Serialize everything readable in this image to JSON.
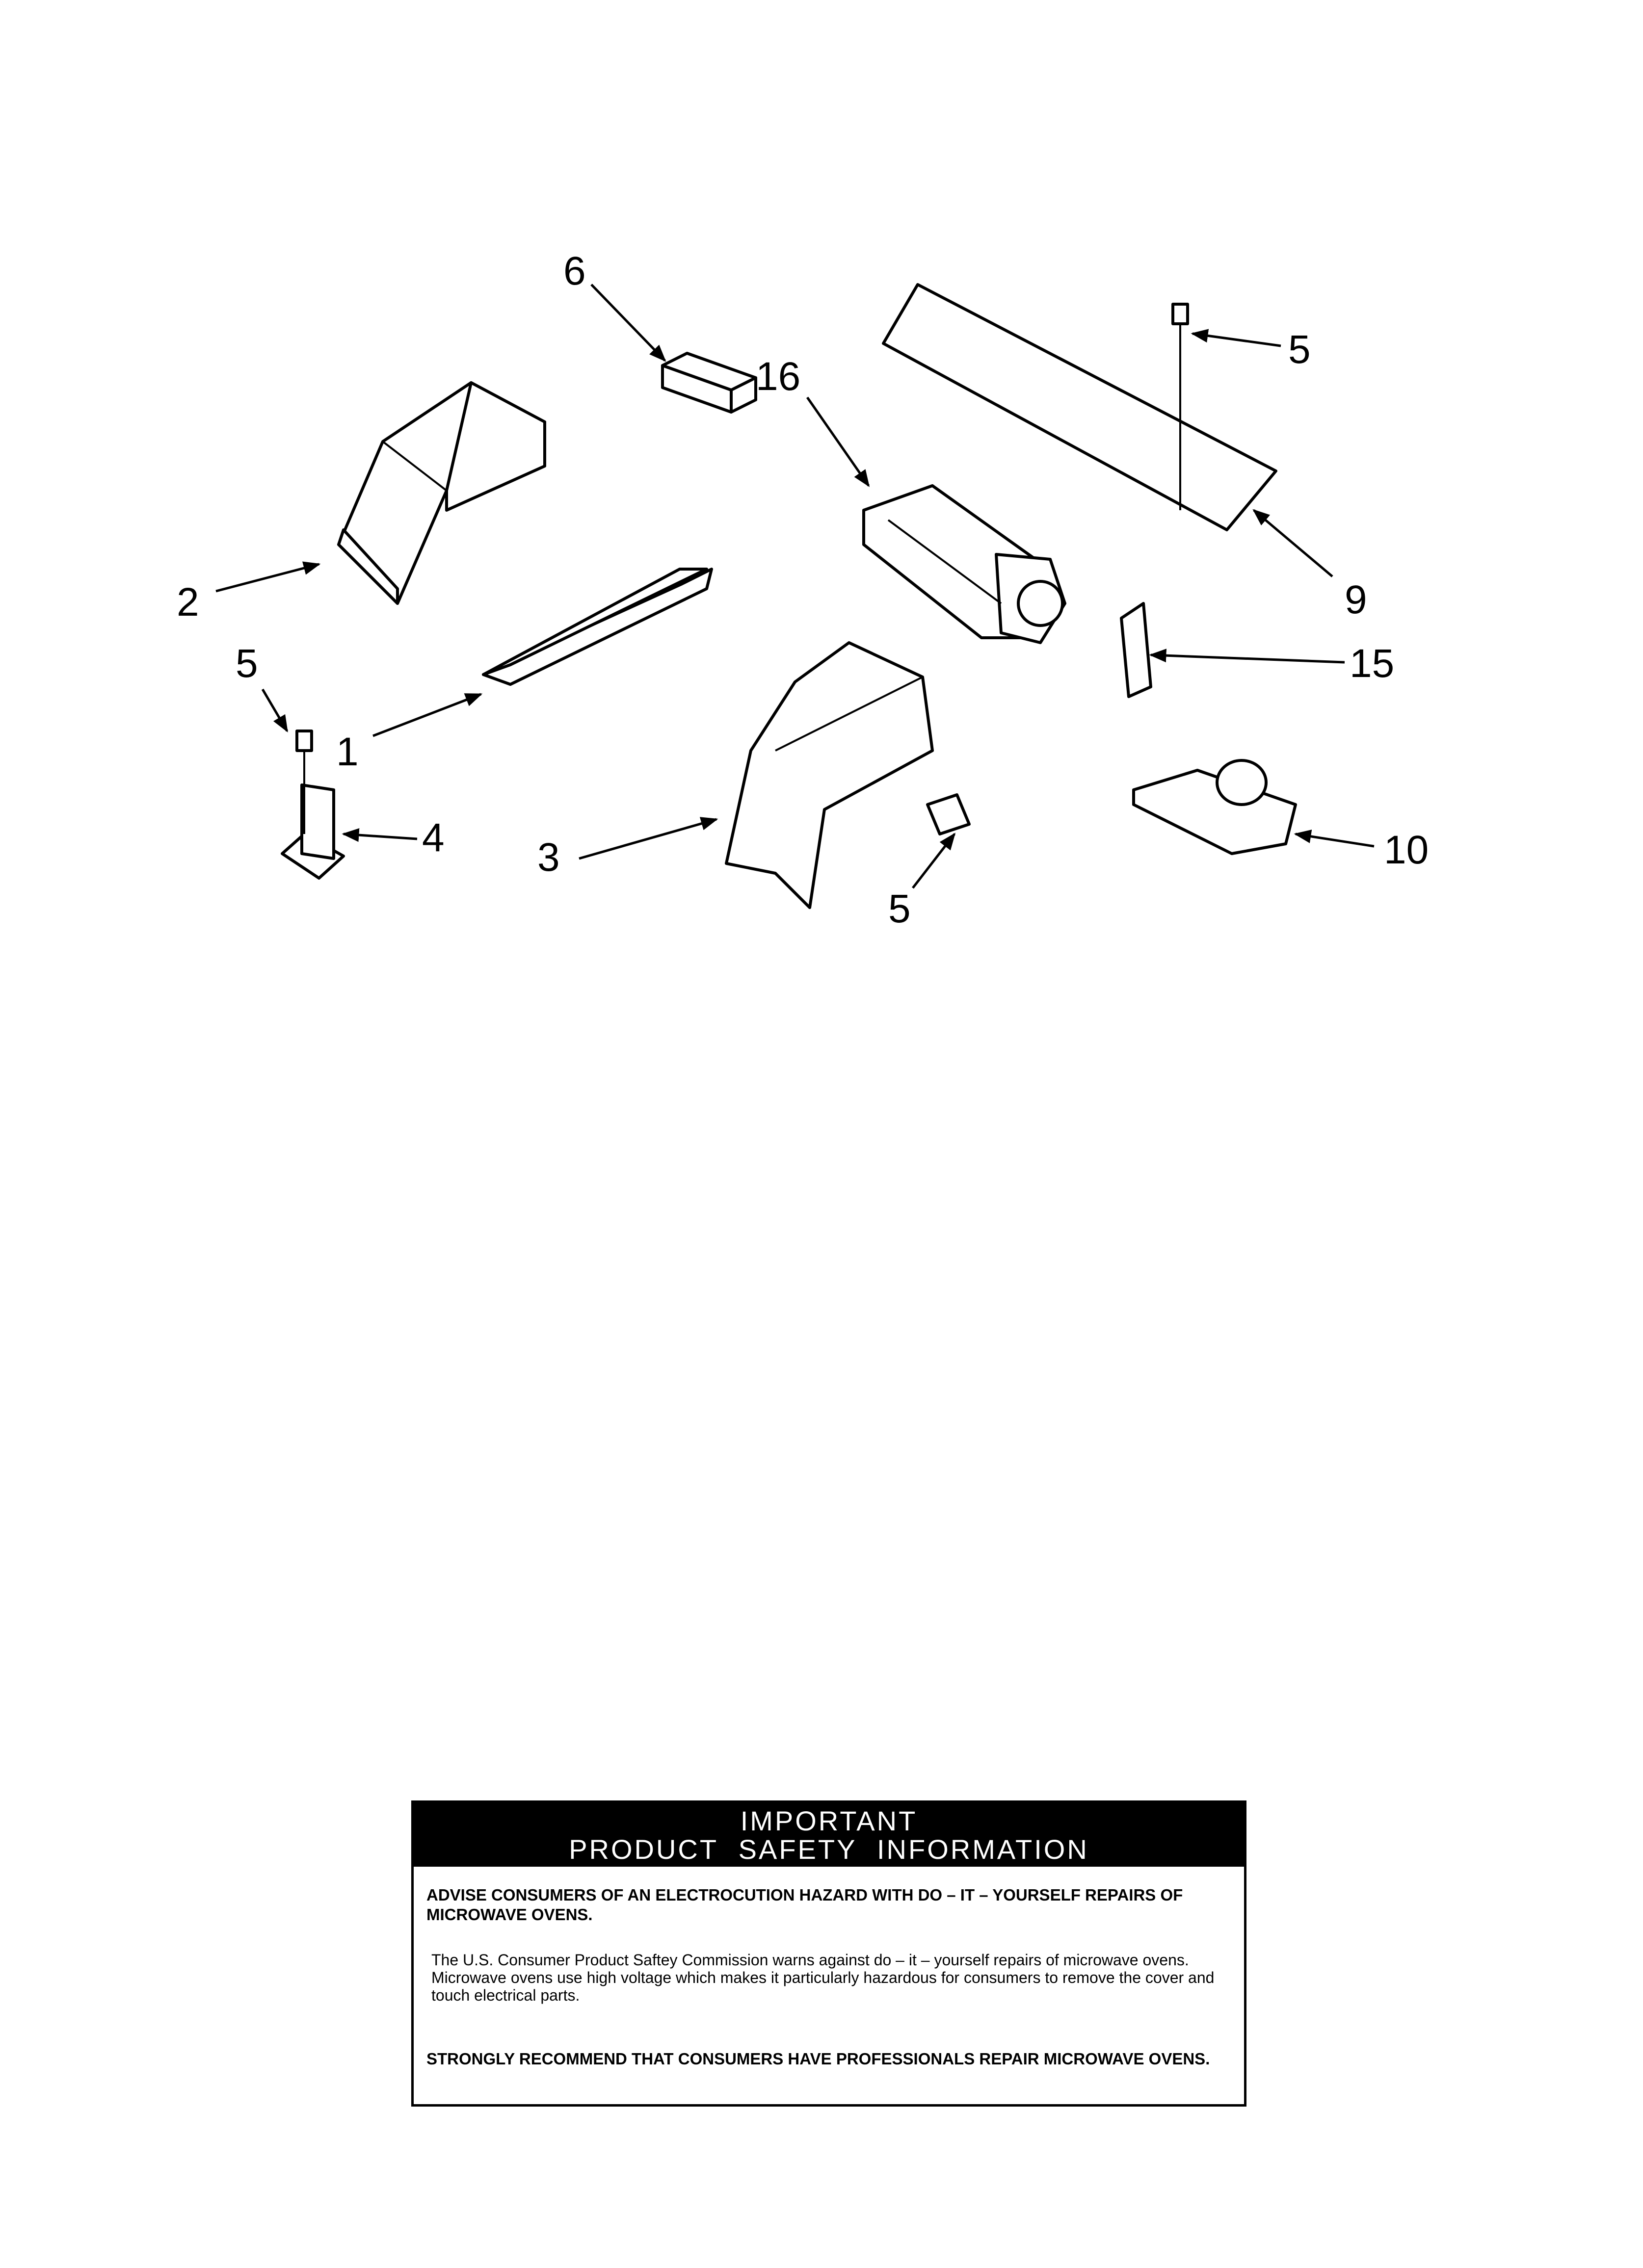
{
  "callouts": {
    "c6": "6",
    "c16": "16",
    "c5_top_right": "5",
    "c2": "2",
    "c9": "9",
    "c5_left": "5",
    "c15": "15",
    "c1": "1",
    "c4": "4",
    "c3": "3",
    "c10": "10",
    "c5_bottom": "5"
  },
  "safety": {
    "title": "IMPORTANT",
    "subtitle": "PRODUCT SAFETY INFORMATION",
    "warning": "ADVISE CONSUMERS OF AN ELECTROCUTION HAZARD WITH DO – IT – YOURSELF REPAIRS OF MICROWAVE OVENS.",
    "body": "The U.S. Consumer Product Saftey Commission warns against do – it – yourself repairs of microwave ovens. Microwave ovens use high voltage which makes it particularly hazardous for consumers to remove the cover and touch electrical parts.",
    "recommendation": "STRONGLY RECOMMEND THAT CONSUMERS HAVE PROFESSIONALS REPAIR MICROWAVE OVENS."
  }
}
